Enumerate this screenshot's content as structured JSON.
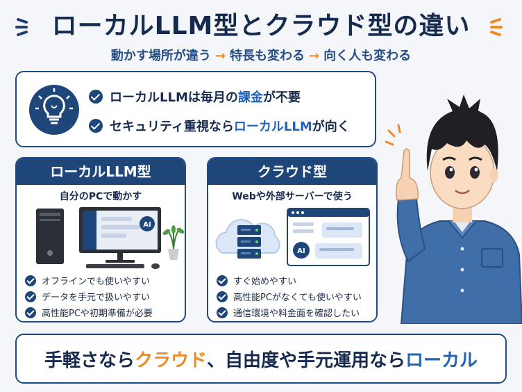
{
  "header": {
    "title": "ローカルLLM型とクラウド型の違い",
    "subtitle_parts": [
      "動かす場所が違う",
      "特長も変わる",
      "向く人も変わる"
    ],
    "arrow": "→"
  },
  "tips": [
    {
      "pre": "ローカルLLMは毎月の",
      "hl": "課金",
      "post": "が不要"
    },
    {
      "pre": "セキュリティ重視なら",
      "hl": "ローカルLLM",
      "post": "が向く"
    }
  ],
  "panels": {
    "local": {
      "title": "ローカルLLM型",
      "subtitle": "自分のPCで動かす",
      "ai_badge": "AI",
      "items": [
        "オフラインでも使いやすい",
        "データを手元で扱いやすい",
        "高性能PCや初期準備が必要"
      ]
    },
    "cloud": {
      "title": "クラウド型",
      "subtitle": "Webや外部サーバーで使う",
      "ai_badge": "AI",
      "items": [
        "すぐ始めやすい",
        "高性能PCがなくても使いやすい",
        "通信環境や料金面を確認したい"
      ]
    }
  },
  "bottom": {
    "part1": "手軽さなら",
    "part2": "クラウド",
    "part3": "、自由度や手元運用なら",
    "part4": "ローカル"
  },
  "colors": {
    "navy": "#1e4679",
    "accent_orange": "#f08a24",
    "accent_blue": "#1f62b6",
    "background": "#f4f6f9"
  },
  "icons": [
    "lightbulb-icon",
    "check-icon",
    "pc-tower-icon",
    "monitor-icon",
    "plant-icon",
    "cloud-icon",
    "server-icon",
    "browser-window-icon",
    "chat-bubble-icon"
  ]
}
